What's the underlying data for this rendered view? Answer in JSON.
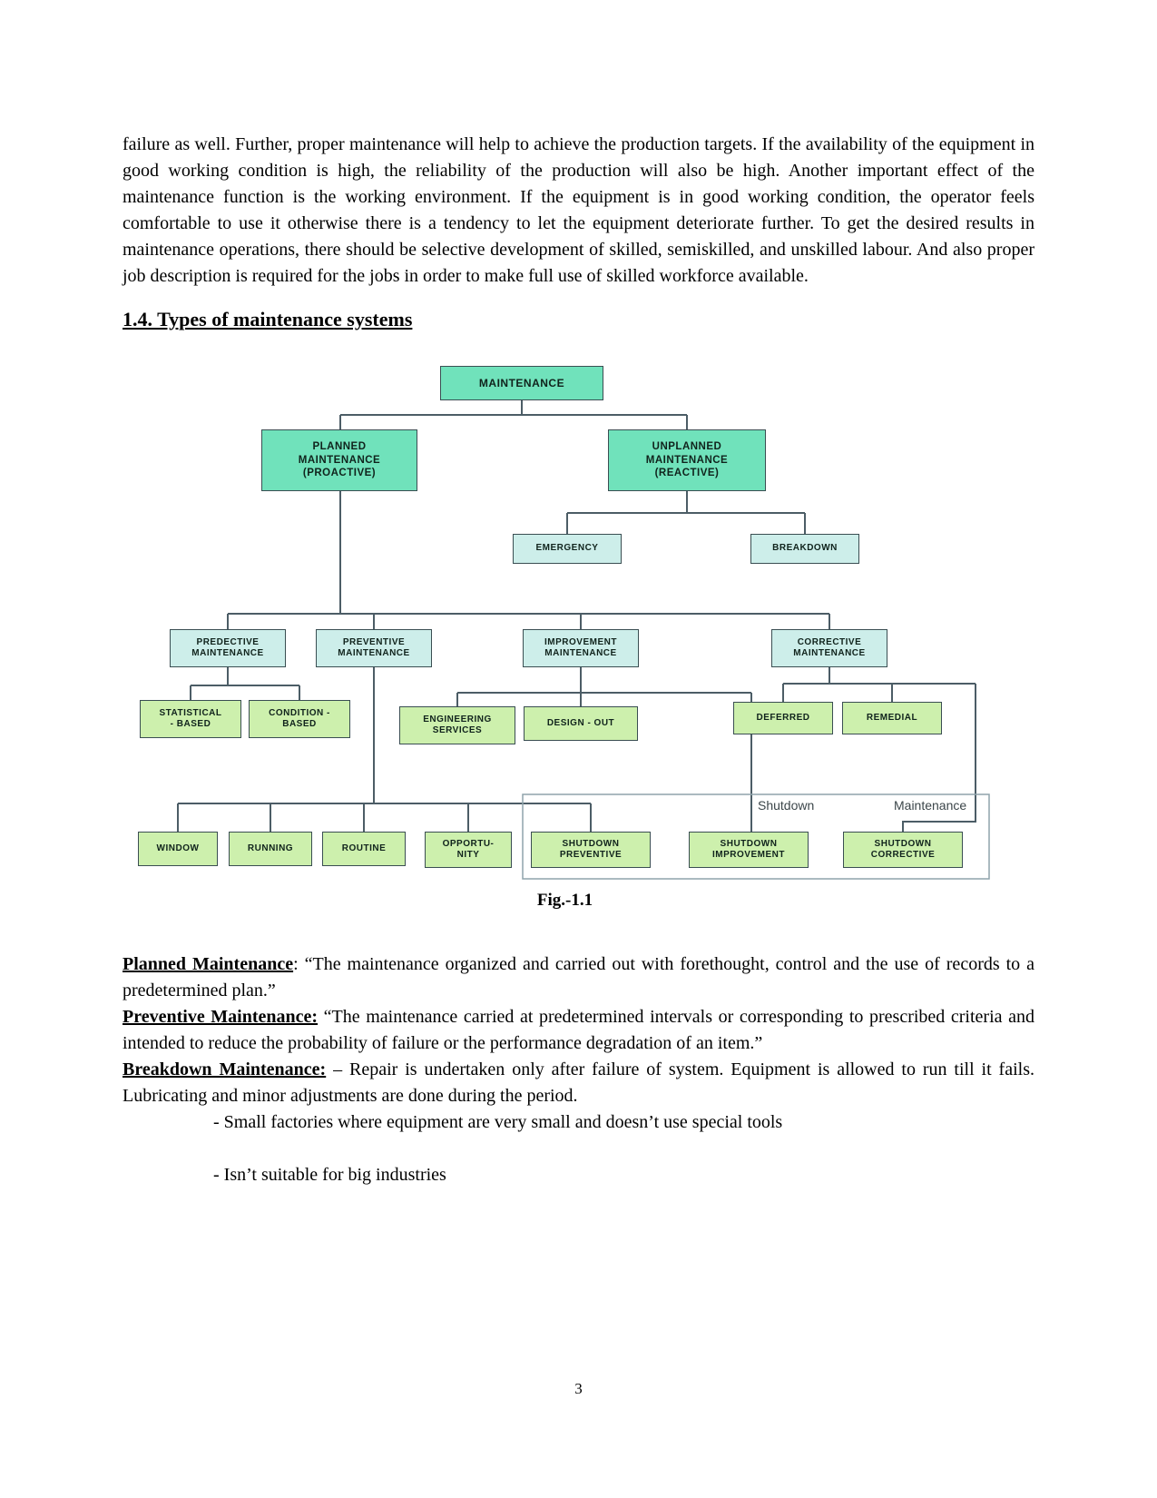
{
  "document": {
    "intro_paragraph": "failure as well. Further, proper maintenance will help to achieve the production targets. If the availability of the equipment in good working condition is high, the reliability of the production will also be high. Another important effect of the maintenance function is the working environment. If the equipment is in good working condition, the operator feels comfortable to use it otherwise there is a tendency to let the equipment deteriorate further. To get the desired results in maintenance operations, there should be selective development of skilled, semiskilled, and unskilled labour. And also proper job description is required for the jobs in order to make full use of skilled workforce available.",
    "section_heading": "1.4. Types of maintenance systems",
    "definitions": [
      {
        "term": "Planned Maintenance",
        "rest": ": “The maintenance organized and carried out with forethought, control and the use of records to a predetermined plan.”"
      },
      {
        "term": "Preventive Maintenance:",
        "rest": " “The maintenance carried at predetermined intervals or corresponding to prescribed criteria and intended to reduce the probability of failure or the performance degradation of an item.”"
      },
      {
        "term": "Breakdown Maintenance:",
        "rest": " – Repair is undertaken only after failure of system. Equipment is allowed to run till it fails. Lubricating and minor adjustments are done during the period."
      }
    ],
    "bullets": [
      "- Small factories where equipment are very small and doesn’t use special tools",
      "- Isn’t suitable for big industries"
    ],
    "page_number": "3"
  },
  "figure": {
    "caption": "Fig.-1.1",
    "group_labels": {
      "shutdown": "Shutdown",
      "maintenance": "Maintenance"
    },
    "nodes": {
      "maintenance": "MAINTENANCE",
      "planned": "PLANNED\nMAINTENANCE\n(PROACTIVE)",
      "unplanned": "UNPLANNED\nMAINTENANCE\n(REACTIVE)",
      "emergency": "EMERGENCY",
      "breakdown": "BREAKDOWN",
      "predective": "PREDECTIVE\nMAINTENANCE",
      "preventive": "PREVENTIVE\nMAINTENANCE",
      "improvement": "IMPROVEMENT\nMAINTENANCE",
      "corrective": "CORRECTIVE\nMAINTENANCE",
      "statistical": "STATISTICAL\n- BASED",
      "condition": "CONDITION -\nBASED",
      "engineering": "ENGINEERING\nSERVICES",
      "designout": "DESIGN - OUT",
      "deferred": "DEFERRED",
      "remedial": "REMEDIAL",
      "window": "WINDOW",
      "running": "RUNNING",
      "routine": "ROUTINE",
      "opportunity": "OPPORTU-\nNITY",
      "shutdown_preventive": "SHUTDOWN\nPREVENTIVE",
      "shutdown_improvement": "SHUTDOWN\nIMPROVEMENT",
      "shutdown_corrective": "SHUTDOWN\nCORRECTIVE"
    },
    "colors": {
      "root_fill": "#70e2bb",
      "pale_cyan_fill": "#cdeeea",
      "pale_green_fill": "#cdf0ad",
      "box_border": "#3a4e52",
      "connector": "#4c5d66"
    }
  }
}
